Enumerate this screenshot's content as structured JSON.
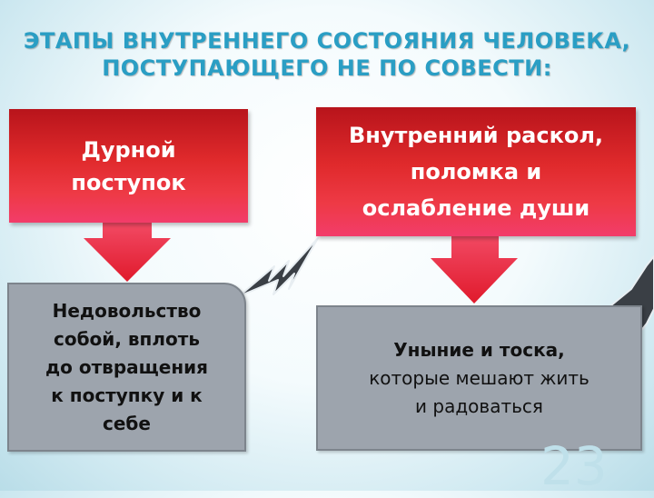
{
  "title": {
    "line1": "ЭТАПЫ ВНУТРЕННЕГО СОСТОЯНИЯ ЧЕЛОВЕКА,",
    "line2": "ПОСТУПАЮЩЕГО НЕ ПО СОВЕСТИ:"
  },
  "boxes": {
    "bad_deed": {
      "line1": "Дурной",
      "line2": "поступок"
    },
    "inner_split": {
      "line1": "Внутренний раскол,",
      "line2": "поломка и",
      "line3": "ослабление души"
    },
    "dissatisfaction": {
      "line1": "Недовольство",
      "line2": "собой, вплоть",
      "line3": "до отвращения",
      "line4": "к поступку и к",
      "line5": "себе"
    },
    "despondency": {
      "line1": "Уныние и тоска,",
      "line2": "которые мешают жить",
      "line3": "и радоваться"
    }
  },
  "page_number": "23",
  "colors": {
    "title": "#2a9ec4",
    "red_box": "#e02a2c",
    "arrow": "#e8283c",
    "gray_box": "#9da4ad",
    "lightning": "#3a3f45"
  }
}
